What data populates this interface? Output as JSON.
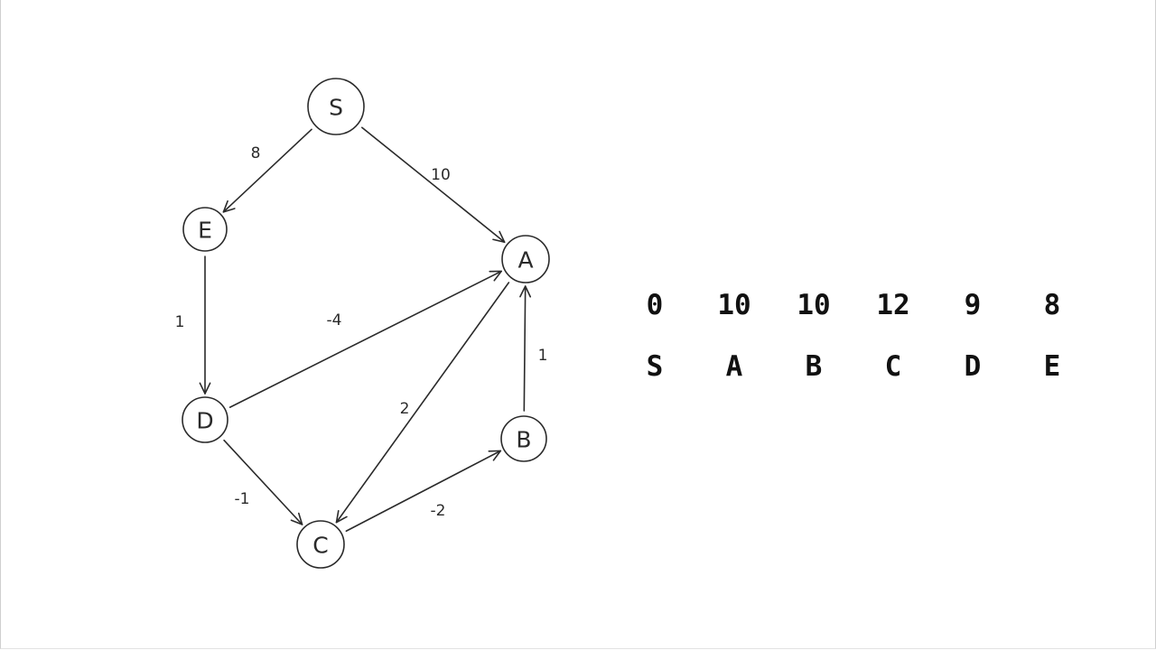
{
  "graph": {
    "nodes": [
      {
        "id": "S",
        "label": "S"
      },
      {
        "id": "E",
        "label": "E"
      },
      {
        "id": "A",
        "label": "A"
      },
      {
        "id": "D",
        "label": "D"
      },
      {
        "id": "B",
        "label": "B"
      },
      {
        "id": "C",
        "label": "C"
      }
    ],
    "edges": [
      {
        "from": "S",
        "to": "E",
        "weight": "8"
      },
      {
        "from": "S",
        "to": "A",
        "weight": "10"
      },
      {
        "from": "E",
        "to": "D",
        "weight": "1"
      },
      {
        "from": "D",
        "to": "A",
        "weight": "-4"
      },
      {
        "from": "A",
        "to": "C",
        "weight": "2"
      },
      {
        "from": "B",
        "to": "A",
        "weight": "1"
      },
      {
        "from": "D",
        "to": "C",
        "weight": "-1"
      },
      {
        "from": "C",
        "to": "B",
        "weight": "-2"
      }
    ]
  },
  "distance_table": {
    "distances": [
      "0",
      "10",
      "10",
      "12",
      "9",
      "8"
    ],
    "vertices": [
      "S",
      "A",
      "B",
      "C",
      "D",
      "E"
    ]
  }
}
